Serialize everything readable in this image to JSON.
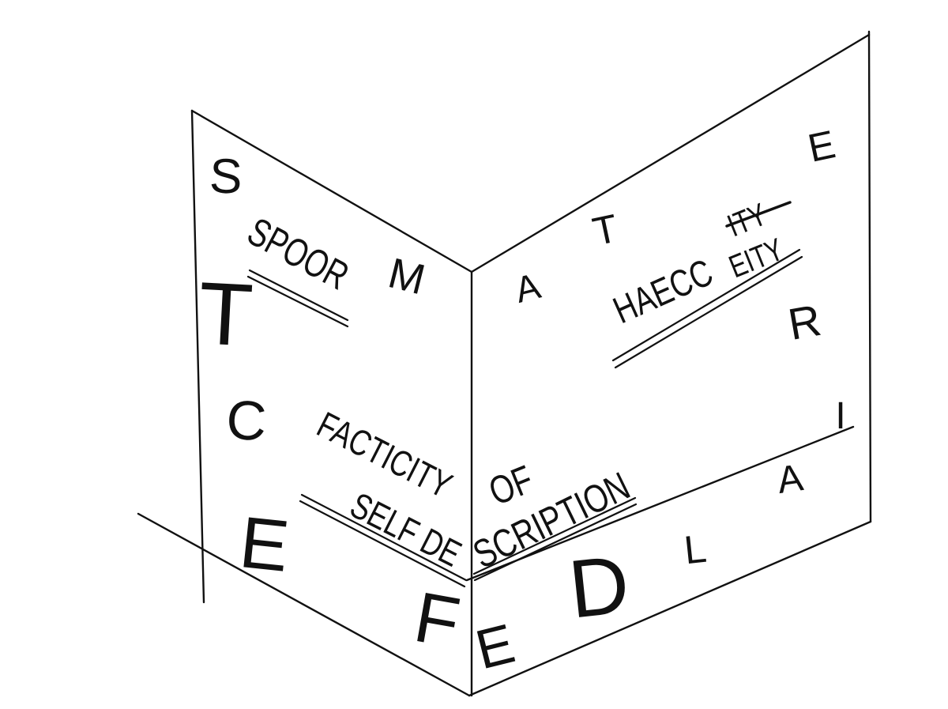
{
  "ink_color": "#111111",
  "background_color": "#ffffff",
  "left_panel": {
    "letters": {
      "s": "S",
      "m": "M",
      "t": "T",
      "c": "C",
      "e": "E",
      "f": "F"
    },
    "spoor": "SPOOR",
    "facticity": "FACTICITY",
    "self_de": "SELF DE"
  },
  "right_panel": {
    "letters": {
      "e": "E",
      "t": "T",
      "a_top": "A",
      "r": "R",
      "i": "I",
      "a_bottom": "A",
      "l": "L",
      "d": "D",
      "e_bottom": "E"
    },
    "of": "OF",
    "scription": "SCRIPTION",
    "haecc": "HAECC",
    "ity_struck": "ITY",
    "eity": "EITY"
  }
}
